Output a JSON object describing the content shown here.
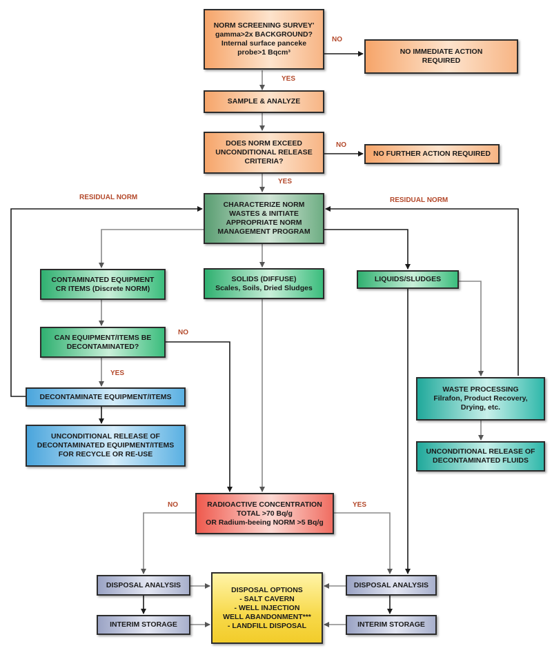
{
  "nodes": {
    "screening": "NORM SCREENING SURVEY'\ngamma>2x BACKGROUND?\nInternal surface panceke\nprobe>1 Bqcm³",
    "no_immediate": "NO IMMEDIATE ACTION\nREQUIRED",
    "sample": "SAMPLE & ANALYZE",
    "exceed": "DOES NORM EXCEED\nUNCONDITIONAL RELEASE\nCRITERIA?",
    "no_further": "NO FURTHER ACTION REQUIRED",
    "characterize": "CHARACTERIZE NORM\nWASTES & INITIATE\nAPPROPRIATE NORM\nMANAGEMENT PROGRAM",
    "contaminated": "CONTAMINATED EQUIPMENT\nCR ITEMS (Discrete NORM)",
    "solids": "SOLIDS (DIFFUSE)\nScales, Soils, Dried Sludges",
    "liquids": "LIQUIDS/SLUDGES",
    "can_decon": "CAN EQUIPMENT/ITEMS BE\nDECONTAMINATED?",
    "decontaminate": "DECONTAMINATE EQUIPMENT/ITEMS",
    "unconditional_equipment": "UNCONDITIONAL RELEASE OF\nDECONTAMINATED EQUIPMENT/ITEMS\nFOR RECYCLE OR RE-USE",
    "waste_processing": "WASTE PROCESSING\nFilrafon, Product Recovery,\nDrying, etc.",
    "unconditional_fluids": "UNCONDITIONAL RELEASE OF\nDECONTAMINATED FLUIDS",
    "radioactive": "RADIOACTIVE CONCENTRATION\nTOTAL >70 Bq/g\nOR Radium-beeing NORM >5 Bq/g",
    "disposal_left": "DISPOSAL ANALYSIS",
    "disposal_right": "DISPOSAL ANALYSIS",
    "interim_left": "INTERIM STORAGE",
    "interim_right": "INTERIM STORAGE",
    "disposal_options": "DISPOSAL OPTIONS\n- SALT CAVERN\n- WELL INJECTION\nWELL ABANDONMENT***\n- LANDFILL DISPOSAL"
  },
  "labels": {
    "no_screening": "NO",
    "yes_screening": "YES",
    "no_exceed": "NO",
    "yes_exceed": "YES",
    "residual_left": "RESIDUAL NORM",
    "residual_right": "RESIDUAL NORM",
    "no_decon": "NO",
    "yes_decon": "YES",
    "no_radio": "NO",
    "yes_radio": "YES"
  },
  "colors": {
    "orange": "#f6a56a",
    "dark_green": "#5a9e72",
    "green": "#2fb070",
    "teal": "#20a99b",
    "blue": "#4aa5dc",
    "red": "#ef5a4e",
    "lavender": "#9aa3c4",
    "yellow": "#f7d94a",
    "label_text": "#b3482a"
  }
}
